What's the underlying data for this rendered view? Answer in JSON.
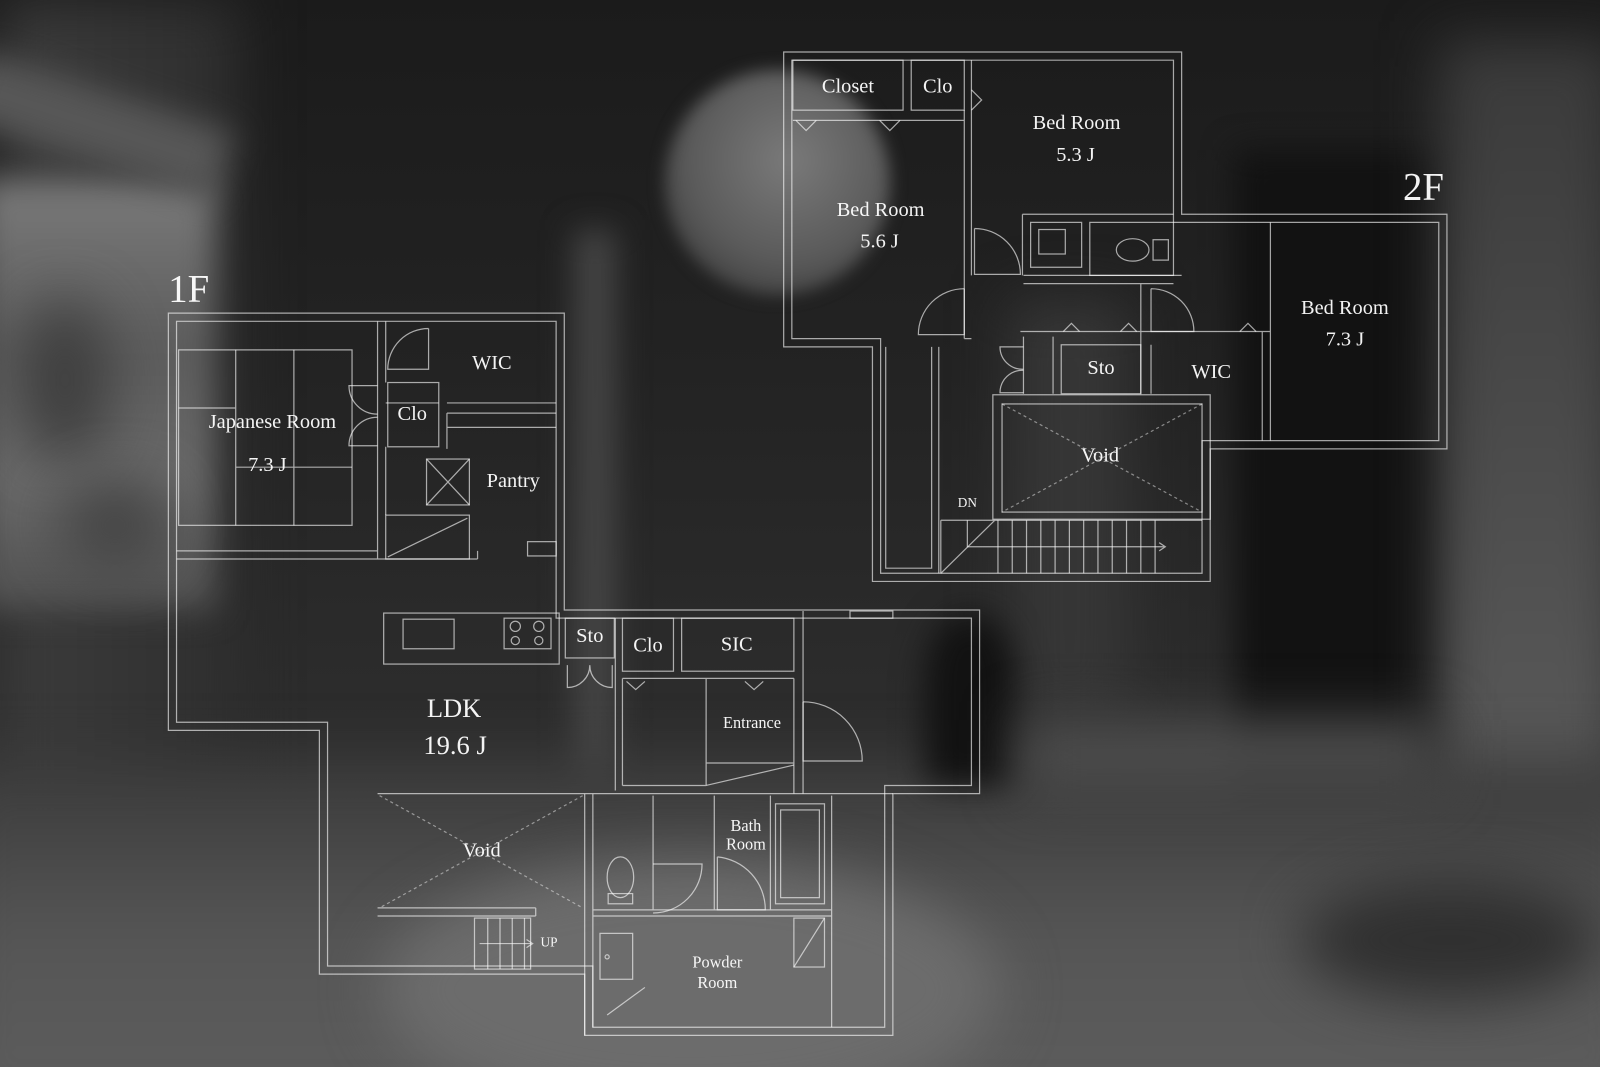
{
  "floor_1": {
    "label": "1F",
    "japanese_room": {
      "name": "Japanese Room",
      "size": "7.3 J"
    },
    "wic": "WIC",
    "closet": "Clo",
    "pantry": "Pantry",
    "ldk": {
      "name": "LDK",
      "size": "19.6 J"
    },
    "storage": "Sto",
    "entry_closet": "Clo",
    "shoe_closet": "SIC",
    "entrance": "Entrance",
    "void": "Void",
    "stairs_label": "UP",
    "bath_room": [
      "Bath",
      "Room"
    ],
    "powder_room": [
      "Powder",
      "Room"
    ]
  },
  "floor_2": {
    "label": "2F",
    "closet": "Closet",
    "closet_small": "Clo",
    "bed_room_north": {
      "name": "Bed Room",
      "size": "5.3 J"
    },
    "bed_room_west": {
      "name": "Bed Room",
      "size": "5.6 J"
    },
    "bed_room_east": {
      "name": "Bed Room",
      "size": "7.3 J"
    },
    "storage": "Sto",
    "wic": "WIC",
    "void": "Void",
    "stairs_label": "DN"
  },
  "colors": {
    "line": "#ffffff",
    "text": "#ffffff",
    "background": "#1e1e1e"
  }
}
